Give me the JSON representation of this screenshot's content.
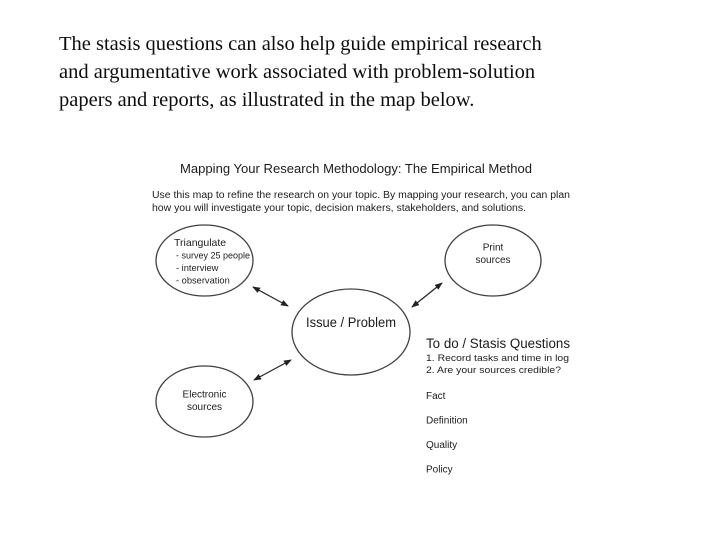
{
  "slide": {
    "paragraph_lines": [
      "The stasis questions can also help guide empirical research",
      "and argumentative work associated with problem-solution",
      "papers and reports, as illustrated in the map below."
    ]
  },
  "diagram": {
    "title": "Mapping Your Research Methodology: The Empirical Method",
    "subtitle_lines": [
      "Use this map to refine the research on your topic. By mapping your research, you can plan",
      "how you will investigate your topic, decision makers, stakeholders, and solutions."
    ],
    "nodes": {
      "triangulate": {
        "label": "Triangulate",
        "items": [
          "- survey 25 people",
          "- interview",
          "- observation"
        ]
      },
      "print_sources": {
        "lines": [
          "Print",
          "sources"
        ]
      },
      "issue_problem": {
        "label": "Issue / Problem"
      },
      "electronic_sources": {
        "lines": [
          "Electronic",
          "sources"
        ]
      }
    },
    "todo": {
      "heading": "To do / Stasis Questions",
      "items": [
        "1. Record tasks and time in log",
        "2. Are your sources credible?"
      ]
    },
    "stasis_list": [
      "Fact",
      "Definition",
      "Quality",
      "Policy"
    ],
    "colors": {
      "background": "#ffffff",
      "text": "#1c1c1c",
      "ellipse_stroke": "#404040",
      "arrow": "#222222"
    }
  }
}
